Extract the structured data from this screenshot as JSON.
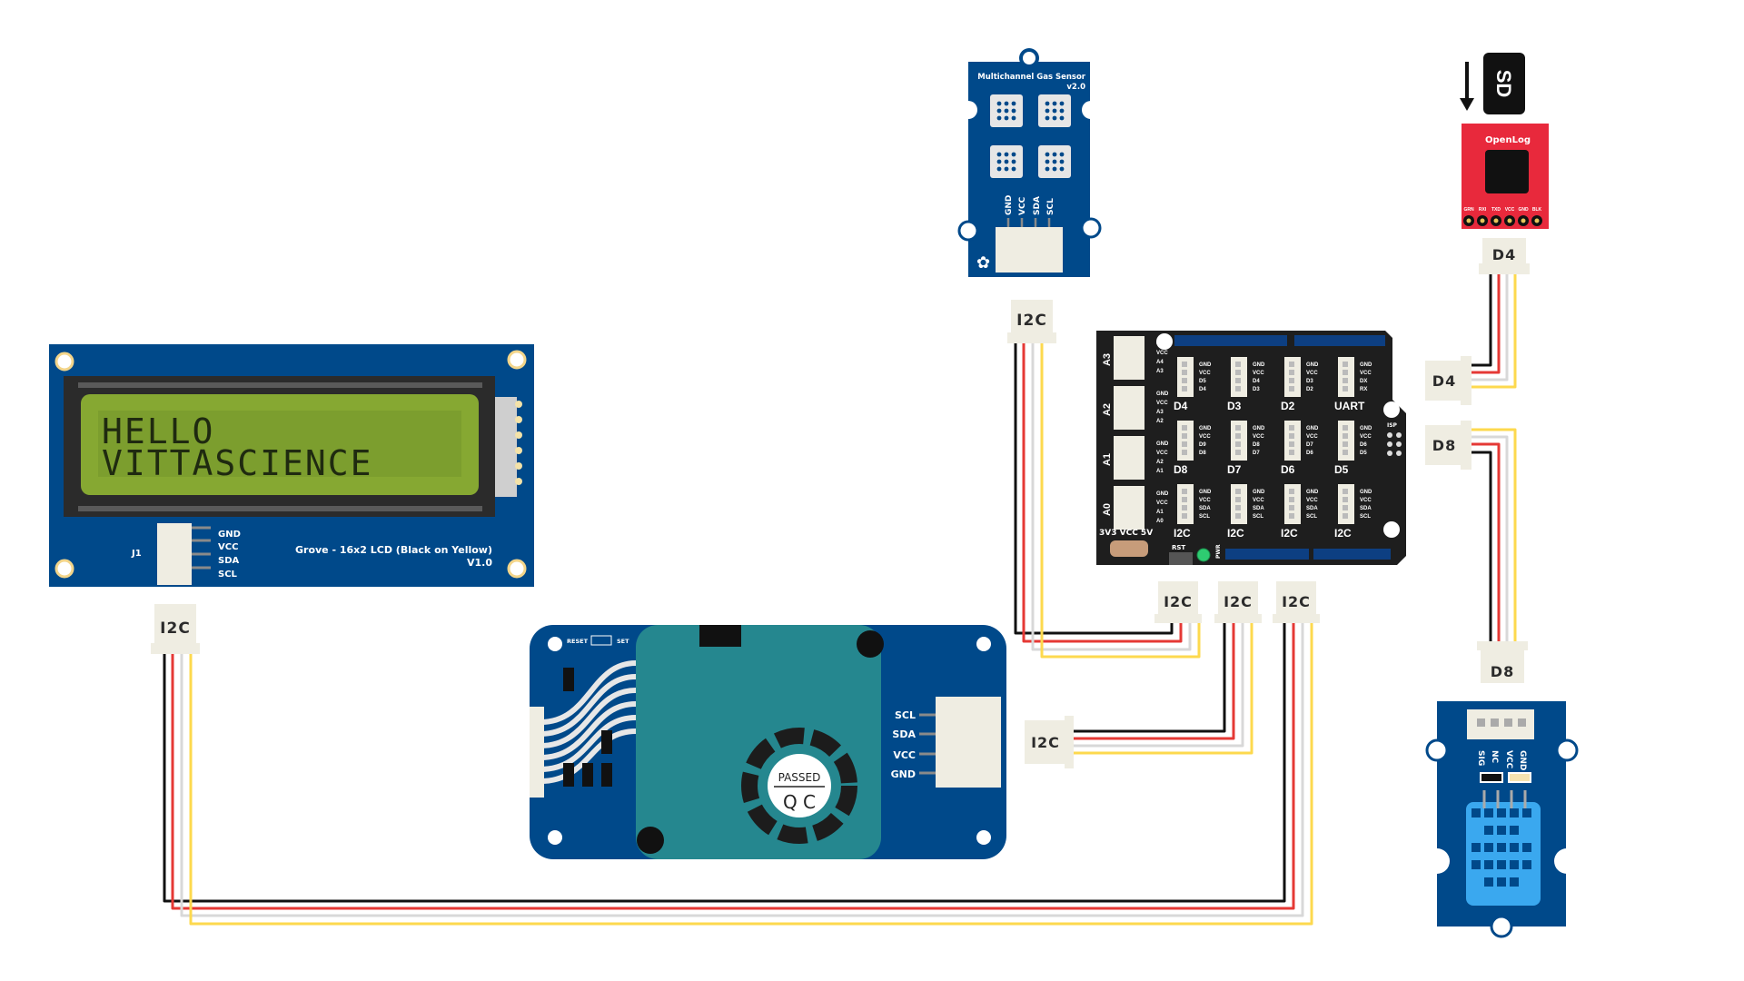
{
  "diagram": {
    "colors": {
      "board_blue": "#00498a",
      "shield_black": "#1e1e1e",
      "lcd_green": "#86a832",
      "connector_cream": "#efede2",
      "wire_black": "#111111",
      "wire_red": "#e53935",
      "wire_white": "#d8d8d8",
      "wire_yellow": "#fdd94e",
      "openlog_red": "#e8293c",
      "particle_teal": "#25878f",
      "dht_blue": "#3aa8ef"
    },
    "lcd": {
      "line1": "HELLO",
      "line2": "VITTASCIENCE",
      "title": "Grove - 16x2 LCD (Black on Yellow)",
      "version": "V1.0",
      "header": "J1",
      "pins": [
        "GND",
        "VCC",
        "SDA",
        "SCL"
      ],
      "connector_label": "I2C"
    },
    "gas_sensor": {
      "title": "Multichannel Gas Sensor",
      "version": "v2.0",
      "pins": [
        "GND",
        "VCC",
        "SDA",
        "SCL"
      ],
      "connector_label": "I2C"
    },
    "openlog": {
      "title": "OpenLog",
      "pins": [
        "GRN",
        "RXI",
        "TXD",
        "VCC",
        "GND",
        "BLK"
      ],
      "sd_label": "SD",
      "connector_label": "D4"
    },
    "base_shield": {
      "analog_ports": [
        {
          "name": "A3",
          "pins": [
            "GND",
            "VCC",
            "A4",
            "A3"
          ]
        },
        {
          "name": "A2",
          "pins": [
            "GND",
            "VCC",
            "A3",
            "A2"
          ]
        },
        {
          "name": "A1",
          "pins": [
            "GND",
            "VCC",
            "A2",
            "A1"
          ]
        },
        {
          "name": "A0",
          "pins": [
            "GND",
            "VCC",
            "A1",
            "A0"
          ]
        }
      ],
      "digital_ports": [
        {
          "name": "D4",
          "pins": [
            "GND",
            "VCC",
            "D5",
            "D4"
          ]
        },
        {
          "name": "D3",
          "pins": [
            "GND",
            "VCC",
            "D4",
            "D3"
          ]
        },
        {
          "name": "D2",
          "pins": [
            "GND",
            "VCC",
            "D3",
            "D2"
          ]
        },
        {
          "name": "UART",
          "pins": [
            "GND",
            "VCC",
            "DX",
            "RX"
          ]
        },
        {
          "name": "D8",
          "pins": [
            "GND",
            "VCC",
            "D9",
            "D8"
          ]
        },
        {
          "name": "D7",
          "pins": [
            "GND",
            "VCC",
            "D8",
            "D7"
          ]
        },
        {
          "name": "D6",
          "pins": [
            "GND",
            "VCC",
            "D7",
            "D6"
          ]
        },
        {
          "name": "D5",
          "pins": [
            "GND",
            "VCC",
            "D6",
            "D5"
          ]
        },
        {
          "name": "I2C",
          "pins": [
            "GND",
            "VCC",
            "SDA",
            "SCL"
          ]
        },
        {
          "name": "I2C",
          "pins": [
            "GND",
            "VCC",
            "SDA",
            "SCL"
          ]
        },
        {
          "name": "I2C",
          "pins": [
            "GND",
            "VCC",
            "SDA",
            "SCL"
          ]
        },
        {
          "name": "I2C",
          "pins": [
            "GND",
            "VCC",
            "SDA",
            "SCL"
          ]
        }
      ],
      "voltage_switch": "3V3 VCC 5V",
      "rst_label": "RST",
      "pwr_label": "PWR",
      "isp_label": "ISP",
      "side_connectors": [
        "D4",
        "D8"
      ],
      "bottom_connectors": [
        "I2C",
        "I2C",
        "I2C"
      ]
    },
    "particle_sensor": {
      "reset_label": "RESET",
      "set_label": "SET",
      "pins": [
        "SCL",
        "SDA",
        "VCC",
        "GND"
      ],
      "qc_top": "PASSED",
      "qc_bottom": "Q C",
      "connector_label": "I2C"
    },
    "dht_sensor": {
      "pins": [
        "SIG",
        "NC",
        "VCC",
        "GND"
      ],
      "connector_label": "D8"
    }
  }
}
